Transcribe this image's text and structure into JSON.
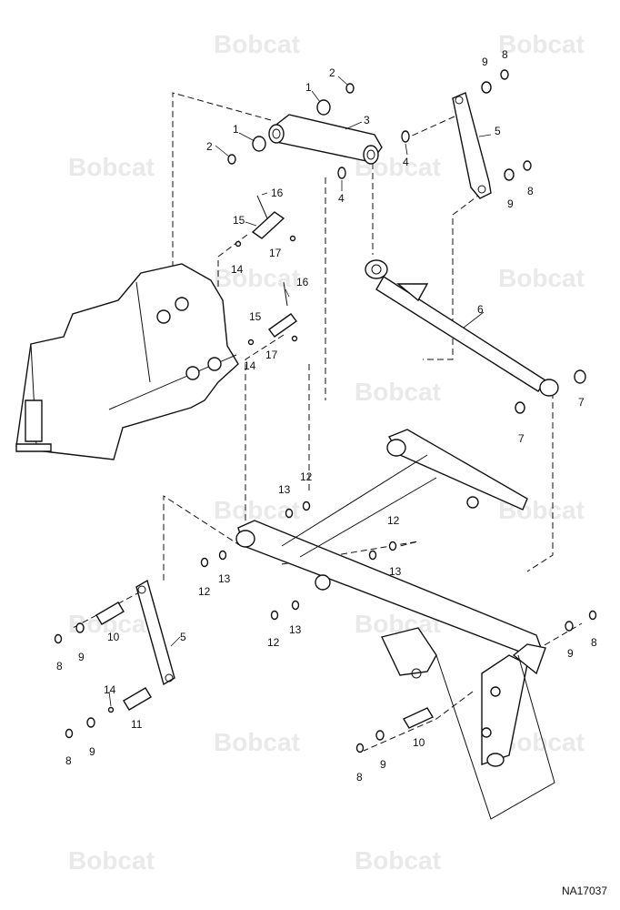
{
  "diagram": {
    "watermark_text": "Bobcat",
    "reference_code": "NA17037",
    "callouts": {
      "c1a": "1",
      "c1b": "1",
      "c2a": "2",
      "c2b": "2",
      "c3": "3",
      "c4a": "4",
      "c4b": "4",
      "c5a": "5",
      "c5b": "5",
      "c6": "6",
      "c7a": "7",
      "c7b": "7",
      "c8a": "8",
      "c8b": "8",
      "c8c": "8",
      "c8d": "8",
      "c8e": "8",
      "c8f": "8",
      "c9a": "9",
      "c9b": "9",
      "c9c": "9",
      "c9d": "9",
      "c9e": "9",
      "c9f": "9",
      "c10a": "10",
      "c10b": "10",
      "c11": "11",
      "c12a": "12",
      "c12b": "12",
      "c12c": "12",
      "c12d": "12",
      "c13a": "13",
      "c13b": "13",
      "c13c": "13",
      "c13d": "13",
      "c14a": "14",
      "c14b": "14",
      "c14c": "14",
      "c15a": "15",
      "c15b": "15",
      "c16a": "16",
      "c16b": "16",
      "c17a": "17",
      "c17b": "17"
    }
  }
}
